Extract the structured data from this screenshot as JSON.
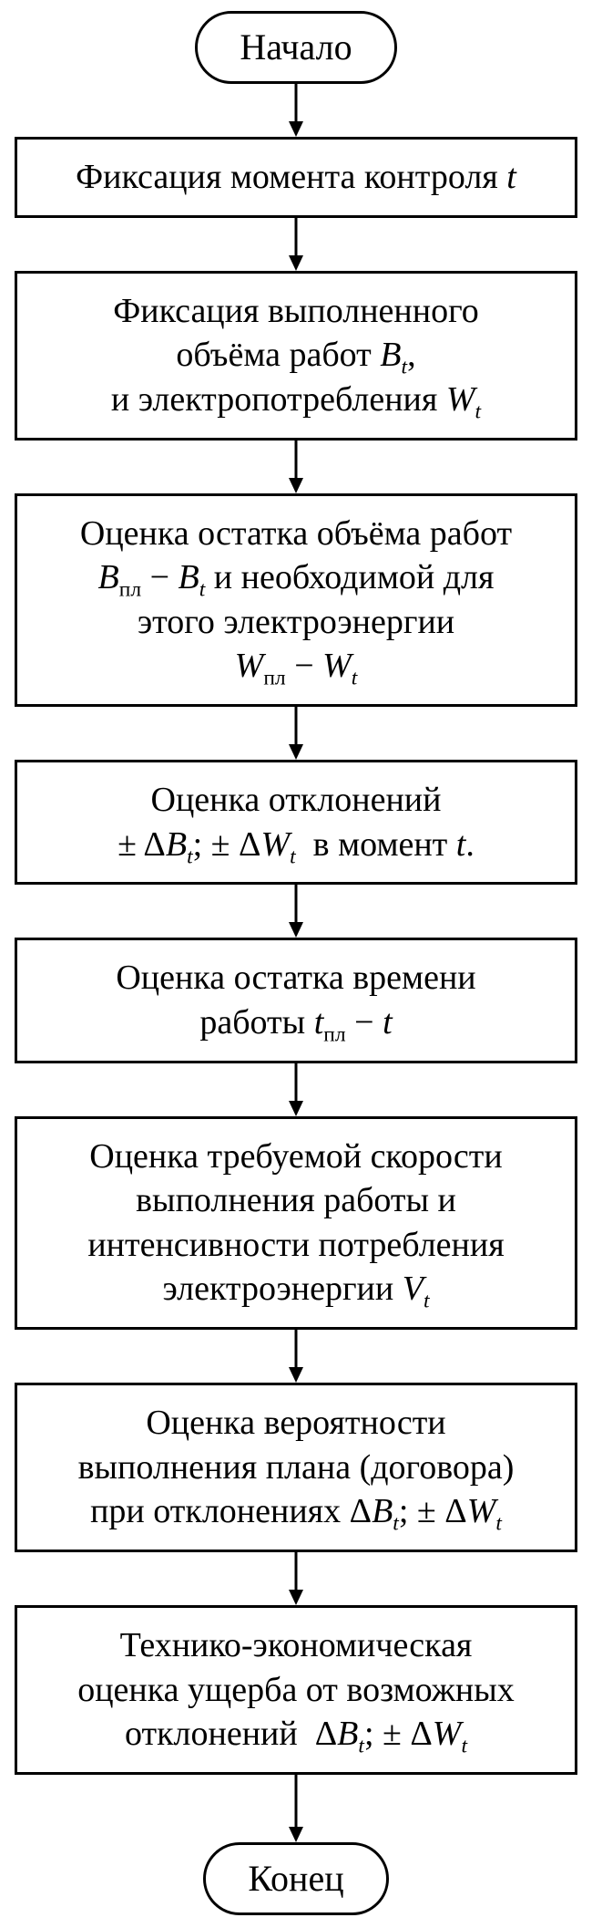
{
  "flowchart": {
    "start": {
      "label": "Начало"
    },
    "end": {
      "label": "Конец"
    },
    "nodes": [
      {
        "id": "fix-control-moment",
        "lines": [
          [
            {
              "t": "Фиксация момента контроля "
            },
            {
              "t": "t",
              "i": true
            }
          ]
        ]
      },
      {
        "id": "fix-work-volume",
        "lines": [
          [
            {
              "t": "Фиксация выполненного"
            }
          ],
          [
            {
              "t": "объёма работ "
            },
            {
              "t": "B",
              "i": true
            },
            {
              "t": "t",
              "i": true,
              "s": true
            },
            {
              "t": ","
            }
          ],
          [
            {
              "t": "и электропотребления "
            },
            {
              "t": "W",
              "i": true
            },
            {
              "t": "t",
              "i": true,
              "s": true
            }
          ]
        ]
      },
      {
        "id": "estimate-remaining-work",
        "lines": [
          [
            {
              "t": "Оценка остатка объёма работ"
            }
          ],
          [
            {
              "t": "B",
              "i": true
            },
            {
              "t": "пл",
              "s": true
            },
            {
              "t": " − "
            },
            {
              "t": "B",
              "i": true
            },
            {
              "t": "t",
              "i": true,
              "s": true
            },
            {
              "t": " и необходимой для"
            }
          ],
          [
            {
              "t": "этого электроэнергии"
            }
          ],
          [
            {
              "t": "W",
              "i": true
            },
            {
              "t": "пл",
              "s": true
            },
            {
              "t": " − "
            },
            {
              "t": "W",
              "i": true
            },
            {
              "t": "t",
              "i": true,
              "s": true
            }
          ]
        ]
      },
      {
        "id": "estimate-deviations",
        "lines": [
          [
            {
              "t": "Оценка отклонений"
            }
          ],
          [
            {
              "t": "± Δ"
            },
            {
              "t": "B",
              "i": true
            },
            {
              "t": "t",
              "i": true,
              "s": true
            },
            {
              "t": "; ± Δ"
            },
            {
              "t": "W",
              "i": true
            },
            {
              "t": "t",
              "i": true,
              "s": true
            },
            {
              "t": "  в момент "
            },
            {
              "t": "t",
              "i": true
            },
            {
              "t": "."
            }
          ]
        ]
      },
      {
        "id": "estimate-remaining-time",
        "lines": [
          [
            {
              "t": "Оценка остатка времени"
            }
          ],
          [
            {
              "t": "работы "
            },
            {
              "t": "t",
              "i": true
            },
            {
              "t": "пл",
              "s": true
            },
            {
              "t": " − "
            },
            {
              "t": "t",
              "i": true
            }
          ]
        ]
      },
      {
        "id": "estimate-required-speed",
        "lines": [
          [
            {
              "t": "Оценка требуемой скорости"
            }
          ],
          [
            {
              "t": "выполнения работы и"
            }
          ],
          [
            {
              "t": "интенсивности потребления"
            }
          ],
          [
            {
              "t": "электроэнергии "
            },
            {
              "t": "V",
              "i": true
            },
            {
              "t": "t",
              "i": true,
              "s": true
            }
          ]
        ]
      },
      {
        "id": "estimate-plan-probability",
        "lines": [
          [
            {
              "t": "Оценка вероятности"
            }
          ],
          [
            {
              "t": "выполнения плана (договора)"
            }
          ],
          [
            {
              "t": "при отклонениях Δ"
            },
            {
              "t": "B",
              "i": true
            },
            {
              "t": "t",
              "i": true,
              "s": true
            },
            {
              "t": "; ± Δ"
            },
            {
              "t": "W",
              "i": true
            },
            {
              "t": "t",
              "i": true,
              "s": true
            }
          ]
        ]
      },
      {
        "id": "technical-economic-assessment",
        "lines": [
          [
            {
              "t": "Технико-экономическая"
            }
          ],
          [
            {
              "t": "оценка ущерба от возможных"
            }
          ],
          [
            {
              "t": "отклонений  Δ"
            },
            {
              "t": "B",
              "i": true
            },
            {
              "t": "t",
              "i": true,
              "s": true
            },
            {
              "t": "; ± Δ"
            },
            {
              "t": "W",
              "i": true
            },
            {
              "t": "t",
              "i": true,
              "s": true
            }
          ]
        ]
      }
    ]
  }
}
